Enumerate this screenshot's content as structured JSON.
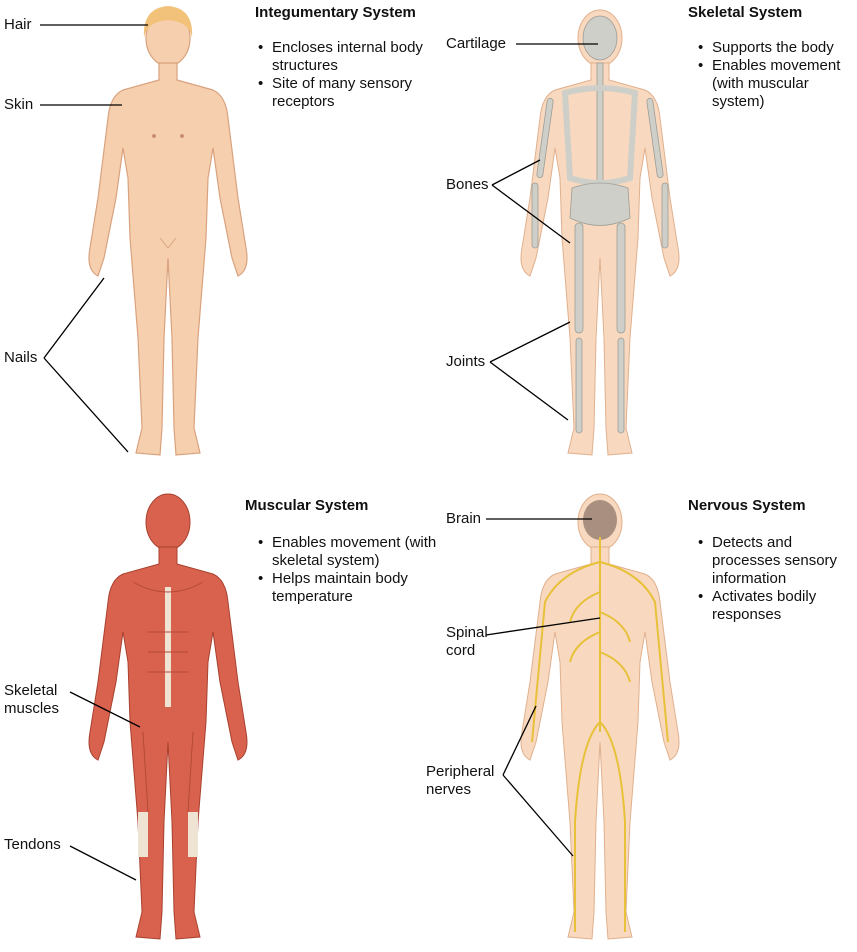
{
  "panels": {
    "integumentary": {
      "title": "Integumentary System",
      "bullets": [
        "Encloses internal body structures",
        "Site of many sensory receptors"
      ],
      "labels": {
        "hair": "Hair",
        "skin": "Skin",
        "nails": "Nails"
      }
    },
    "skeletal": {
      "title": "Skeletal System",
      "bullets": [
        "Supports the body",
        "Enables movement (with muscular system)"
      ],
      "labels": {
        "cartilage": "Cartilage",
        "bones": "Bones",
        "joints": "Joints"
      }
    },
    "muscular": {
      "title": "Muscular System",
      "bullets": [
        "Enables movement (with skeletal system)",
        "Helps maintain body temperature"
      ],
      "labels": {
        "skeletal_muscles": "Skeletal muscles",
        "tendons": "Tendons"
      }
    },
    "nervous": {
      "title": "Nervous System",
      "bullets": [
        "Detects and processes sensory information",
        "Activates bodily responses"
      ],
      "labels": {
        "brain": "Brain",
        "spinal_cord": "Spinal cord",
        "peripheral_nerves": "Peripheral nerves"
      }
    }
  },
  "colors": {
    "skin": "#f6cfae",
    "skin_outline": "#d9a27e",
    "hair": "#f3c27a",
    "bone": "#cfcfc9",
    "muscle": "#d9624e",
    "tendon": "#efe3d3",
    "nerve": "#e8c13a",
    "brain": "#a98f80"
  }
}
